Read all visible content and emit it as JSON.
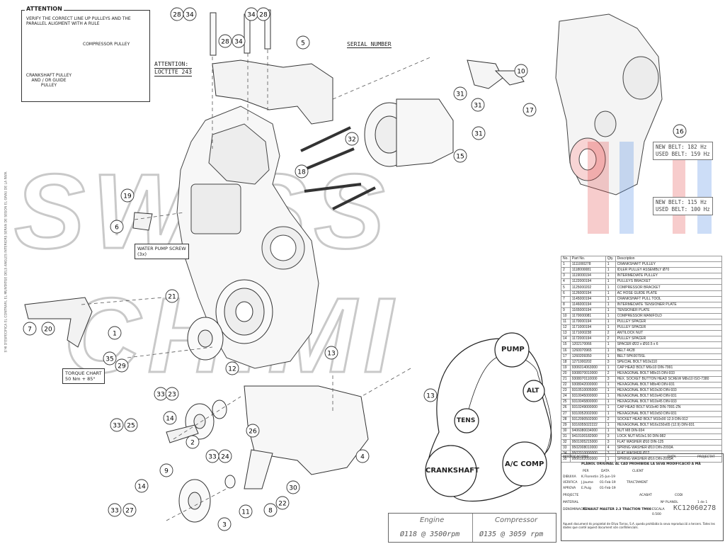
{
  "attention": {
    "title": "ATTENTION",
    "note": "VERIFY THE CORRECT LINE UP PULLEYS AND THE PARALLEL ALIGMENT WITH A RULE",
    "compressor_pulley": "COMPRESSOR PULLEY",
    "crankshaft_pulley": "CRANKSHAFT PULLEY AND / OR GUIDE PULLEY"
  },
  "labels": {
    "loctite_1": "ATTENTION:",
    "loctite_2": "LOCTITE 243",
    "serial_number": "SERIAL NUMBER",
    "water_pump_1": "WATER PUMP SCREW",
    "water_pump_2": "(3x)",
    "torque_1": "TORQUE CHART",
    "torque_2": "50 Nm + 85°",
    "new_belt_1": "NEW BELT: 182 Hz",
    "used_belt_1": "USED BELT: 159 Hz",
    "new_belt_2": "NEW BELT: 115 Hz",
    "used_belt_2": "USED BELT: 100 Hz",
    "side_text": "S'HI D'ESPECIFICA EL CONTRARI, EL MUNTATGE DELS ANGLES INTERIORS SERAN DE SEGON EL GRAU DE LA PAPA"
  },
  "belt_diagram": {
    "pump": "PUMP",
    "alt": "ALT",
    "tens": "TENS",
    "crankshaft": "CRANKSHAFT",
    "ac_comp": "A/C COMP"
  },
  "callouts": [
    "28",
    "34",
    "34",
    "28",
    "28",
    "34",
    "5",
    "10",
    "31",
    "31",
    "31",
    "32",
    "18",
    "15",
    "19",
    "6",
    "21",
    "7",
    "20",
    "1",
    "35",
    "29",
    "13",
    "13",
    "12",
    "33",
    "23",
    "14",
    "33",
    "25",
    "2",
    "9",
    "33",
    "24",
    "26",
    "4",
    "11",
    "8",
    "22",
    "30",
    "14",
    "33",
    "27",
    "3",
    "17",
    "16"
  ],
  "parts_table": {
    "headers": [
      "No.",
      "Part No.",
      "Qty.",
      "Description"
    ],
    "rows": [
      [
        "1",
        "1111000278",
        "1",
        "CRANKSHAFT PULLEY"
      ],
      [
        "2",
        "1118000081",
        "1",
        "IDLER PULLEY ASSEMBLY Ø70"
      ],
      [
        "3",
        "1119000194",
        "1",
        "INTERMEDIATE PULLEY"
      ],
      [
        "4",
        "1122000194",
        "1",
        "PULLEYS BRACKET"
      ],
      [
        "5",
        "1125000202",
        "1",
        "COMPRESSOR BRACKET"
      ],
      [
        "6",
        "1126000194",
        "1",
        "AC HOSE GUIDE PLATE"
      ],
      [
        "7",
        "1145000194",
        "1",
        "CRANKSHAFT PULL TOOL"
      ],
      [
        "8",
        "1146000194",
        "1",
        "INTERMEDIATE TENSIONER PLATE"
      ],
      [
        "9",
        "1165000194",
        "1",
        "TENSIONER PLATE"
      ],
      [
        "10",
        "1170000081",
        "1",
        "COMPRESSOR MANIFOLD"
      ],
      [
        "11",
        "1170000194",
        "1",
        "PULLEY SPACER"
      ],
      [
        "12",
        "1171000194",
        "1",
        "PULLEY SPACER"
      ],
      [
        "13",
        "1171000238",
        "2",
        "ANTILOCK NUT"
      ],
      [
        "14",
        "1172000194",
        "2",
        "PULLEY SPACER"
      ],
      [
        "15",
        "1202170066",
        "1",
        "SPACER Ø22 x Ø10.5 x 6"
      ],
      [
        "16",
        "1260070965",
        "1",
        "BELT 4K28"
      ],
      [
        "17",
        "1260209350",
        "1",
        "BELT 5PK0079SL"
      ],
      [
        "18",
        "1271000202",
        "3",
        "SPECIAL BOLT M10x110"
      ],
      [
        "19",
        "9306014063000",
        "1",
        "CAP HEAD BOLT M6x10 DIN-7991"
      ],
      [
        "20",
        "9308070010000",
        "2",
        "HEXAGONAL BOLT M8x15 DIN-933"
      ],
      [
        "21",
        "9308070110000",
        "3",
        "HEX. SOCKET BUTTON HEAD SCREW M8x10 ISO-7380"
      ],
      [
        "22",
        "9308042000000",
        "1",
        "HEXAGONAL BOLT M8x40 DIN-931"
      ],
      [
        "23",
        "9310510005000",
        "1",
        "HEXAGONAL BOLT M10x30 DIN-933"
      ],
      [
        "24",
        "9310045000000",
        "1",
        "HEXAGONAL BOLT M10x40 DIN-931"
      ],
      [
        "25",
        "9310045800000",
        "1",
        "HEXAGONAL BOLT M10x45 DIN-933"
      ],
      [
        "26",
        "9310249000000",
        "1",
        "CAP HEAD BOLT M10x40 DIN-7991-ZN"
      ],
      [
        "27",
        "9310052002000",
        "1",
        "HEXAGONAL BOLT M10x50 DIN-931"
      ],
      [
        "28",
        "9312090502000",
        "2",
        "SOCKET HEAD BOLT M10x90 12.9 DIN-912"
      ],
      [
        "29",
        "9316055022222",
        "1",
        "HEXAGONAL BOLT M16x150x65 (12.9) DIN-931"
      ],
      [
        "30",
        "9406080034000",
        "1",
        "NUT M8 DIN-934"
      ],
      [
        "31",
        "9410100182000",
        "3",
        "LOCK NUT M10x1.50 DIN-982"
      ],
      [
        "32",
        "9501005215000",
        "3",
        "FLAT WASHER Ø10 DIN-125"
      ],
      [
        "33",
        "9502008010000",
        "4",
        "SPRING WASHER Ø10 DIN-2093A"
      ],
      [
        "34",
        "9502010000000",
        "3",
        "FLAT WASHER Ø12"
      ],
      [
        "35",
        "9506162093000",
        "1",
        "SPRING WASHER Ø16 DIN-2093A"
      ]
    ]
  },
  "title_block": {
    "modifications": "MODIFICACIONS",
    "data": "DATA",
    "project": "PROJECTAT",
    "warning": "PLÀNOL ORIGINAL AL CAD PROHIBIDA LA SEVA MODIFICACIÓ A MÀ",
    "per": "PER",
    "date": "DATA",
    "client": "CLIENT",
    "dibuixa": "DIBUIXA",
    "dibuixa_name": "K.Florentin",
    "dibuixa_date": "25-Jun-19",
    "verifica": "VERIFICA",
    "verifica_name": "J.Jaume",
    "verifica_date": "01-Feb-19",
    "aprova": "APROVA",
    "aprova_name": "E.Puig",
    "aprova_date": "01-Feb-19",
    "tractament": "TRACTAMENT",
    "projecte": "PROJECTE",
    "acabat": "ACABAT",
    "codi": "CODI",
    "material": "MATERIAL",
    "nom_planol": "Nº PLANOL",
    "fulls": "1 de 1",
    "denominacio": "DENOMINACIÓ",
    "title": "RENAULT MASTER 2.3 TRACTION TM08",
    "escala": "ESCALA",
    "escala_val": "0.500",
    "drawing_no": "KC12060278",
    "disclaimer": "Aquest document és propietat de Oliva Torras, S.A. queda prohibida la seva reproducció a tercers. Totes les dades que conté aquest document són confidencials."
  },
  "engine_compressor": {
    "engine_label": "Engine",
    "engine_value": "Ø118 @ 3500rpm",
    "compressor_label": "Compressor",
    "compressor_value": "Ø135 @ 3059 rpm"
  },
  "watermark": "SWISS CHIMI"
}
